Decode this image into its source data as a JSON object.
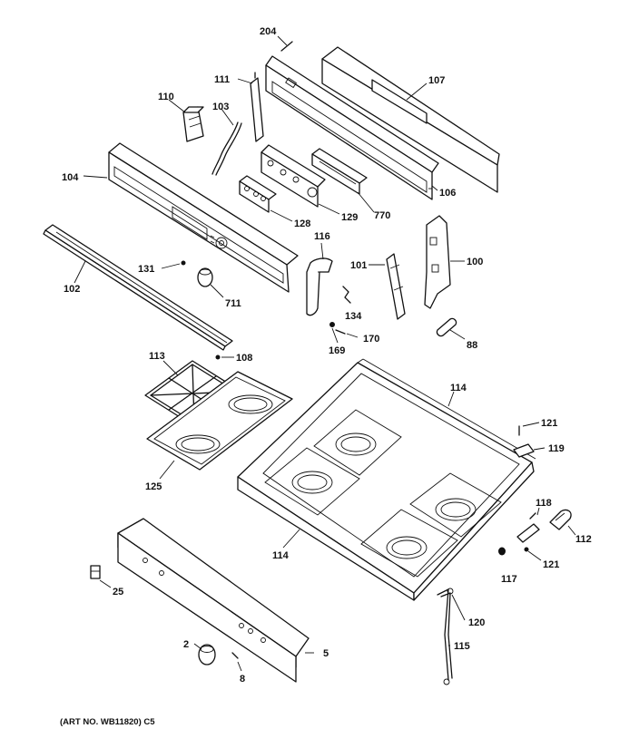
{
  "diagram": {
    "art_note": "(ART NO. WB11820) C5",
    "callouts": {
      "p204": "204",
      "p107": "107",
      "p111": "111",
      "p110": "110",
      "p103": "103",
      "p104": "104",
      "p106": "106",
      "p128": "128",
      "p129": "129",
      "p770": "770",
      "p116": "116",
      "p101": "101",
      "p100": "100",
      "p131": "131",
      "p102": "102",
      "p711": "711",
      "p134": "134",
      "p169": "169",
      "p170": "170",
      "p88": "88",
      "p113": "113",
      "p108": "108",
      "p114a": "114",
      "p121a": "121",
      "p119": "119",
      "p125": "125",
      "p118": "118",
      "p112": "112",
      "p114b": "114",
      "p117": "117",
      "p121b": "121",
      "p25": "25",
      "p120": "120",
      "p2": "2",
      "p5": "5",
      "p115": "115",
      "p8": "8"
    }
  }
}
